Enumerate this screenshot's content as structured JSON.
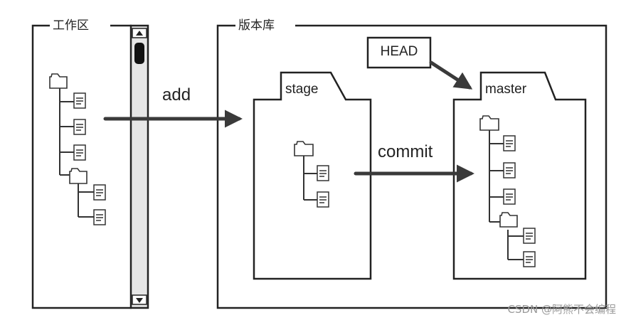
{
  "workspace": {
    "title": "工作区"
  },
  "repository": {
    "title": "版本库"
  },
  "stage": {
    "label": "stage"
  },
  "master": {
    "label": "master"
  },
  "head": {
    "label": "HEAD"
  },
  "arrows": {
    "add": "add",
    "commit": "commit"
  },
  "watermark": "CSDN @阿熊不会编程",
  "colors": {
    "stroke": "#222222",
    "arrow": "#3a3a3a",
    "scrollbar_fill": "#e6e6e6"
  },
  "icons": [
    "folder-icon",
    "file-icon",
    "scroll-up-icon",
    "scroll-down-icon"
  ]
}
